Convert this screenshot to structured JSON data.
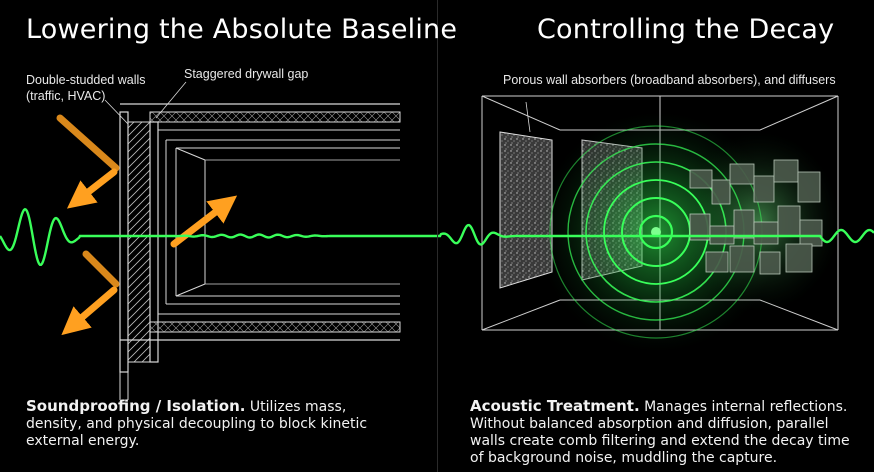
{
  "left_panel": {
    "title": "Lowering the Absolute Baseline",
    "callout_walls": "Double-studded walls (traffic, HVAC)",
    "callout_gap": "Staggered drywall gap",
    "caption_heading": "Soundproofing / Isolation.",
    "caption_body": " Utilizes mass, density, and physical decoupling to block kinetic external energy."
  },
  "right_panel": {
    "title": "Controlling the Decay",
    "callout_absorbers": "Porous wall absorbers (broadband absorbers), and diffusers",
    "caption_heading": "Acoustic Treatment.",
    "caption_body": " Manages internal reflections. Without balanced absorption and diffusion, parallel walls create comb filtering and extend the decay time of background noise, muddling the capture."
  },
  "colors": {
    "background": "#000000",
    "wave_green": "#39ff5a",
    "arrow_orange": "#ffa020",
    "line_art": "#d8d8d8"
  }
}
